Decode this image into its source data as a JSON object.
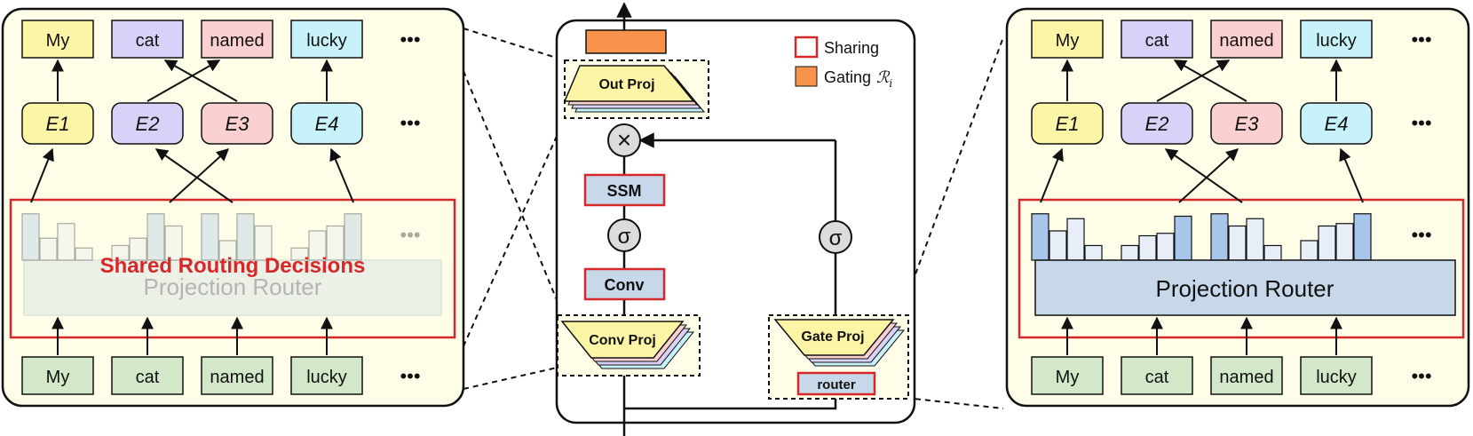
{
  "left_panel": {
    "output_tokens": [
      "My",
      "cat",
      "named",
      "lucky"
    ],
    "experts": [
      "E1",
      "E2",
      "E3",
      "E4"
    ],
    "input_tokens": [
      "My",
      "cat",
      "named",
      "lucky"
    ],
    "ellipsis": "•••",
    "shared_label": "Shared Routing Decisions",
    "router_label": "Projection Router",
    "bar_groups": [
      [
        0.95,
        0.45,
        0.75,
        0.25
      ],
      [
        0.3,
        0.45,
        0.95,
        0.7
      ],
      [
        0.95,
        0.4,
        0.95,
        0.7
      ],
      [
        0.25,
        0.6,
        0.7,
        0.95
      ]
    ]
  },
  "center_block": {
    "out_proj": "Out Proj",
    "ssm": "SSM",
    "conv": "Conv",
    "conv_proj": "Conv Proj",
    "gate_proj": "Gate Proj",
    "router": "router",
    "sigma": "σ",
    "multiply": "×"
  },
  "legend": {
    "sharing": "Sharing",
    "gating": "Gating",
    "gating_symbol": "ℛ",
    "gating_subscript": "i",
    "sharing_color": "#d62828",
    "gating_color": "#f7924a"
  },
  "right_panel": {
    "output_tokens": [
      "My",
      "cat",
      "named",
      "lucky"
    ],
    "experts": [
      "E1",
      "E2",
      "E3",
      "E4"
    ],
    "input_tokens": [
      "My",
      "cat",
      "named",
      "lucky"
    ],
    "ellipsis": "•••",
    "router_label": "Projection Router",
    "bar_groups": [
      [
        0.95,
        0.6,
        0.85,
        0.3
      ],
      [
        0.3,
        0.5,
        0.55,
        0.9
      ],
      [
        0.95,
        0.7,
        0.85,
        0.3
      ],
      [
        0.4,
        0.7,
        0.75,
        0.95
      ]
    ]
  },
  "colors": {
    "panel_bg": "#fdfde8",
    "token_yellow": "#fdf5a6",
    "token_purple": "#d9d2f8",
    "token_pink": "#fbd0d0",
    "token_cyan": "#c8f2fa",
    "input_green": "#d2e8c8",
    "router_blue": "#c6d8ea",
    "proj_orange": "#f7924a",
    "accent_red": "#d62828"
  }
}
